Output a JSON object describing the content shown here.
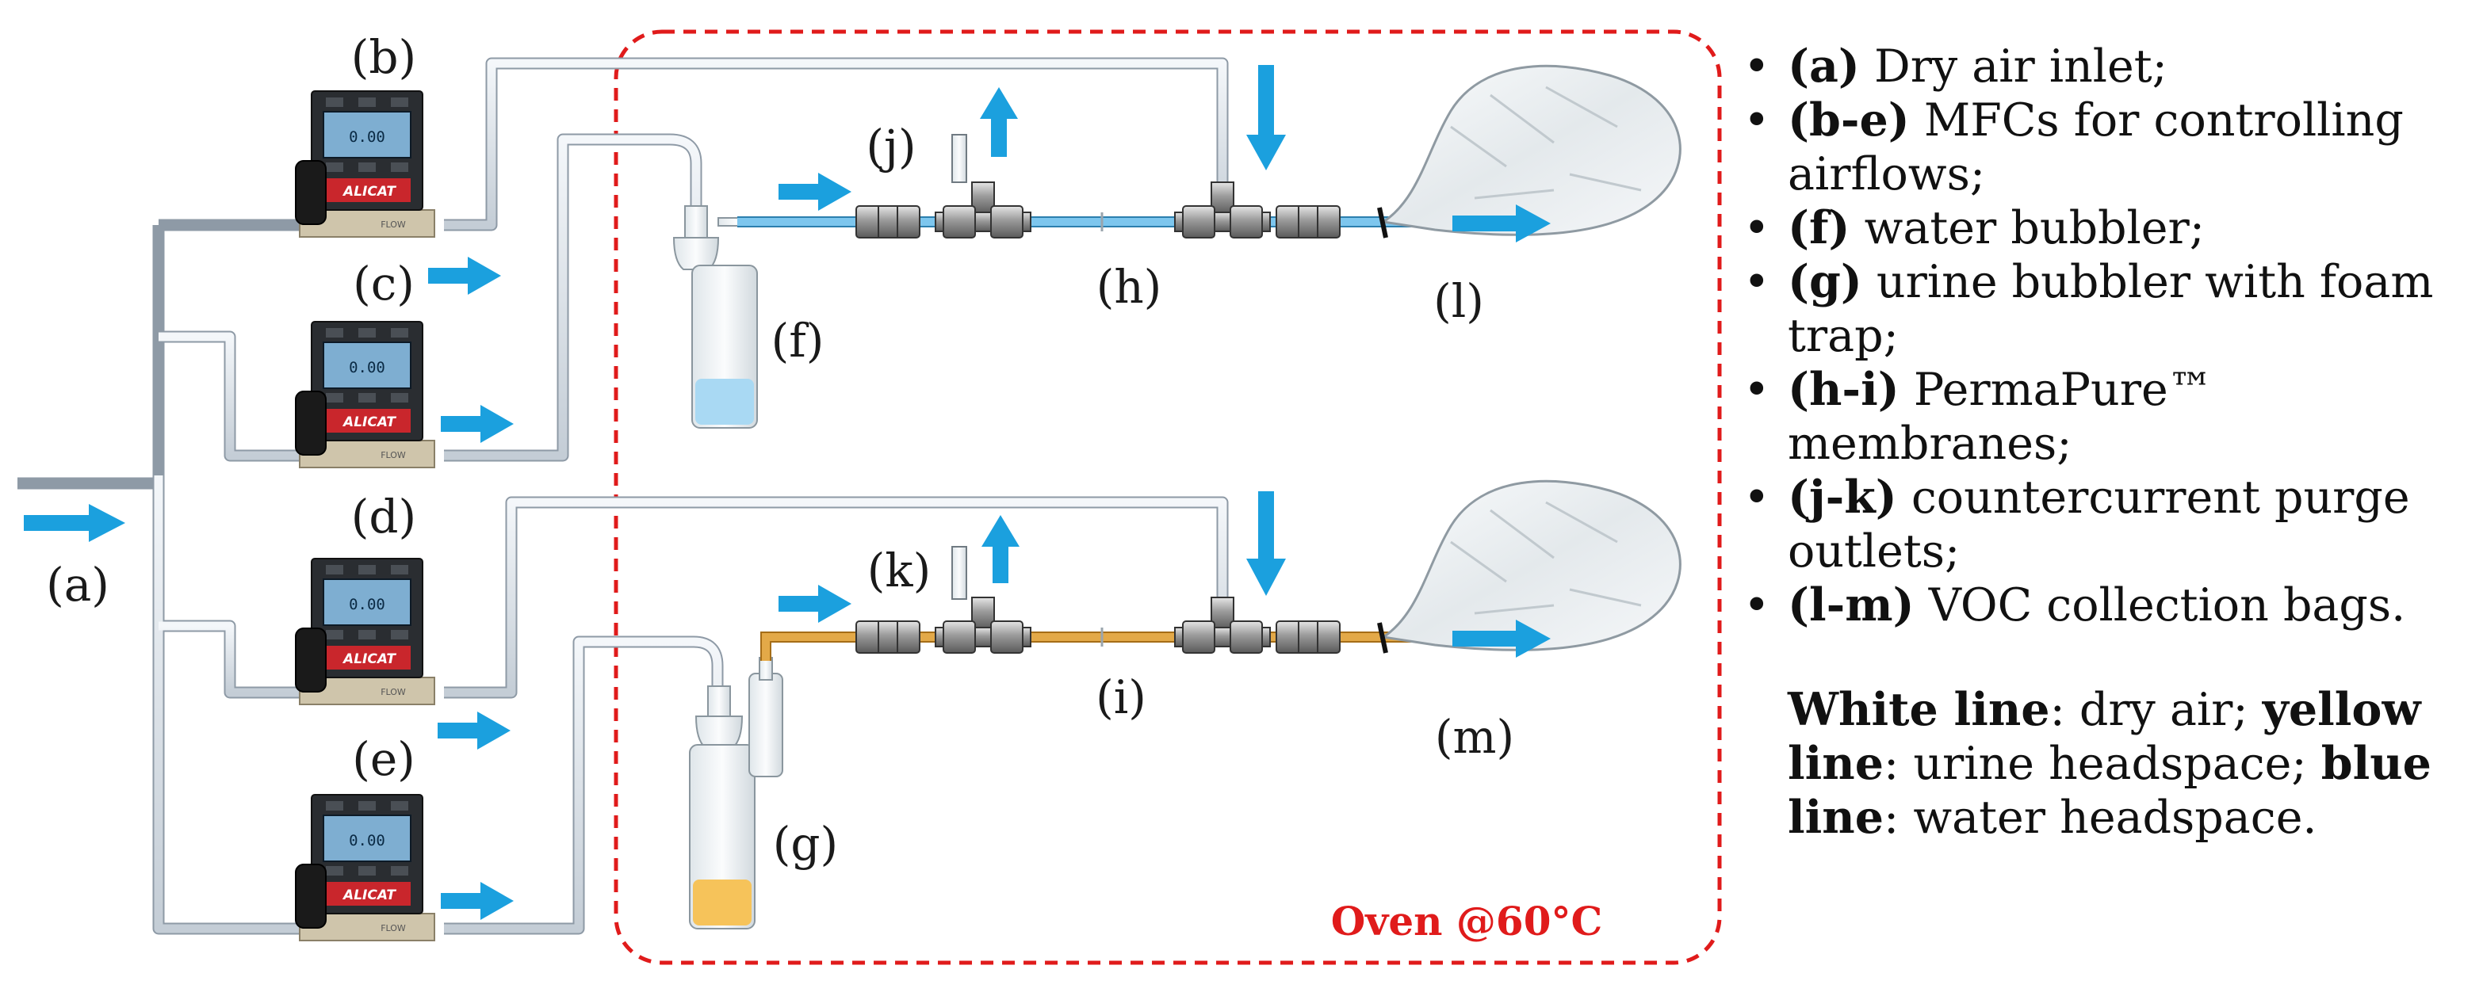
{
  "labels": {
    "a": "(a)",
    "b": "(b)",
    "c": "(c)",
    "d": "(d)",
    "e": "(e)",
    "f": "(f)",
    "g": "(g)",
    "h": "(h)",
    "i": "(i)",
    "j": "(j)",
    "k": "(k)",
    "l": "(l)",
    "m": "(m)"
  },
  "oven_label": "Oven @60°C",
  "flow_meter": {
    "brand": "ALICAT",
    "flow_text": "FLOW",
    "display_value": "0.00"
  },
  "legend": [
    {
      "key": "(a)",
      "text": "Dry air inlet;"
    },
    {
      "key": "(b-e)",
      "text": "MFCs for controlling airflows;"
    },
    {
      "key": "(f)",
      "text": "water bubbler;"
    },
    {
      "key": "(g)",
      "text": "urine bubbler with foam trap;"
    },
    {
      "key": "(h-i)",
      "text": "PermaPure™ membranes;"
    },
    {
      "key": "(j-k)",
      "text": "countercurrent purge outlets;"
    },
    {
      "key": "(l-m)",
      "text": "VOC collection bags."
    }
  ],
  "legend_note": [
    {
      "bold": "White line",
      "text": ": dry air;"
    },
    {
      "bold": "yellow line",
      "text": ": urine headspace;"
    },
    {
      "bold": "blue line",
      "text": ":"
    },
    {
      "bold": "",
      "text": "water headspace."
    }
  ],
  "colors": {
    "oven_border": "#e01b1b",
    "arrow": "#1ba0de",
    "water_line": "#7dc6ee",
    "urine_line": "#e3a948",
    "dry_air_line": "#d3dbe2"
  }
}
